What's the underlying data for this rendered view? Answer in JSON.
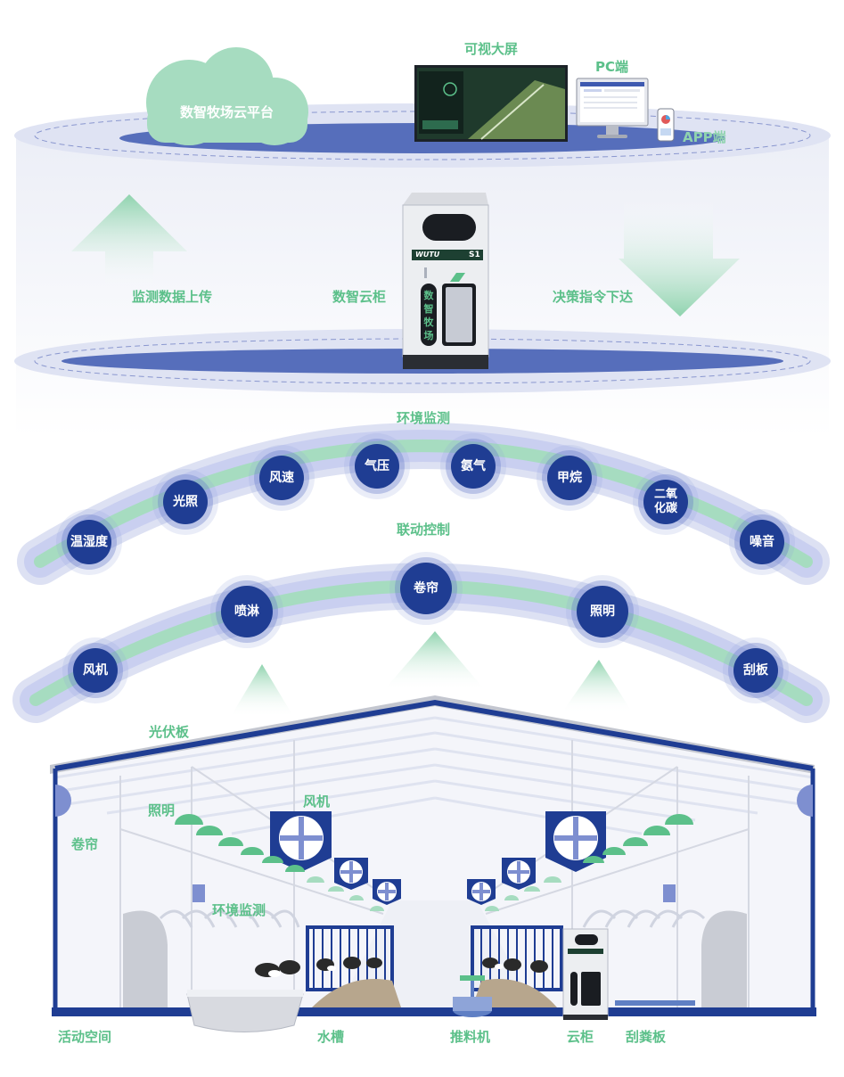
{
  "top": {
    "cloud_label": "数智牧场云平台",
    "screen_label": "可视大屏",
    "pc_label": "PC端",
    "app_label": "APP端"
  },
  "middle": {
    "upload_label": "监测数据上传",
    "cabinet_label": "数智云柜",
    "download_label": "决策指令下达",
    "cabinet_brand": "WUTU",
    "cabinet_model": "S1",
    "cabinet_panel_text": [
      "数",
      "智",
      "牧",
      "场"
    ]
  },
  "env": {
    "title": "环境监测",
    "items": [
      "温湿度",
      "光照",
      "风速",
      "气压",
      "氨气",
      "甲烷",
      "二氧化碳",
      "噪音"
    ]
  },
  "control": {
    "title": "联动控制",
    "items": [
      "风机",
      "喷淋",
      "卷帘",
      "照明",
      "刮板"
    ]
  },
  "barn": {
    "solar": "光伏板",
    "lighting": "照明",
    "fan": "风机",
    "curtain": "卷帘",
    "env_monitor": "环境监测",
    "activity": "活动空间",
    "trough": "水槽",
    "feeder": "推料机",
    "cabinet": "云柜",
    "scraper": "刮粪板"
  },
  "colors": {
    "navy": "#1f3d93",
    "green": "#5cc08a",
    "light_green": "#a6dcc0",
    "ring": "#c9cff0"
  }
}
